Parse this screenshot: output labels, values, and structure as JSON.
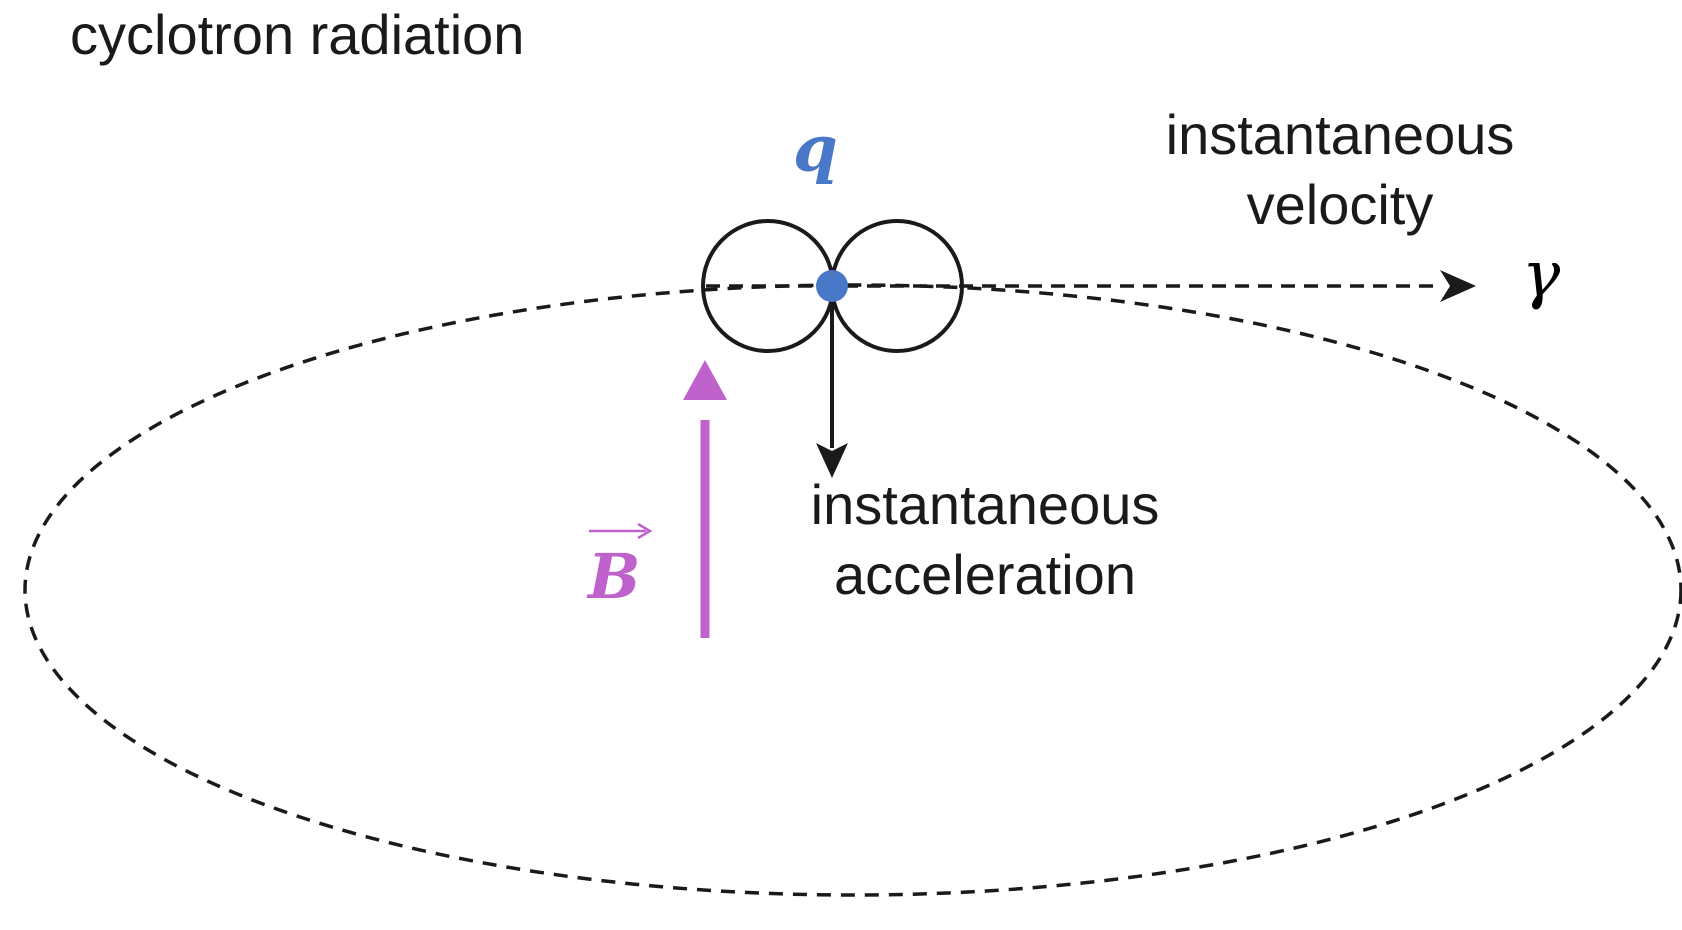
{
  "diagram": {
    "title": "cyclotron radiation",
    "velocity_label": [
      "instantaneous",
      "velocity"
    ],
    "acceleration_label": [
      "instantaneous",
      "acceleration"
    ],
    "charge_symbol": "q",
    "lorentz_symbol": "γ",
    "magnetic_field_symbol": "B",
    "colors": {
      "charge": "#4a78c9",
      "magnetic_field": "#c062cc",
      "lines": "#1a1a1a",
      "background": "#ffffff"
    }
  }
}
